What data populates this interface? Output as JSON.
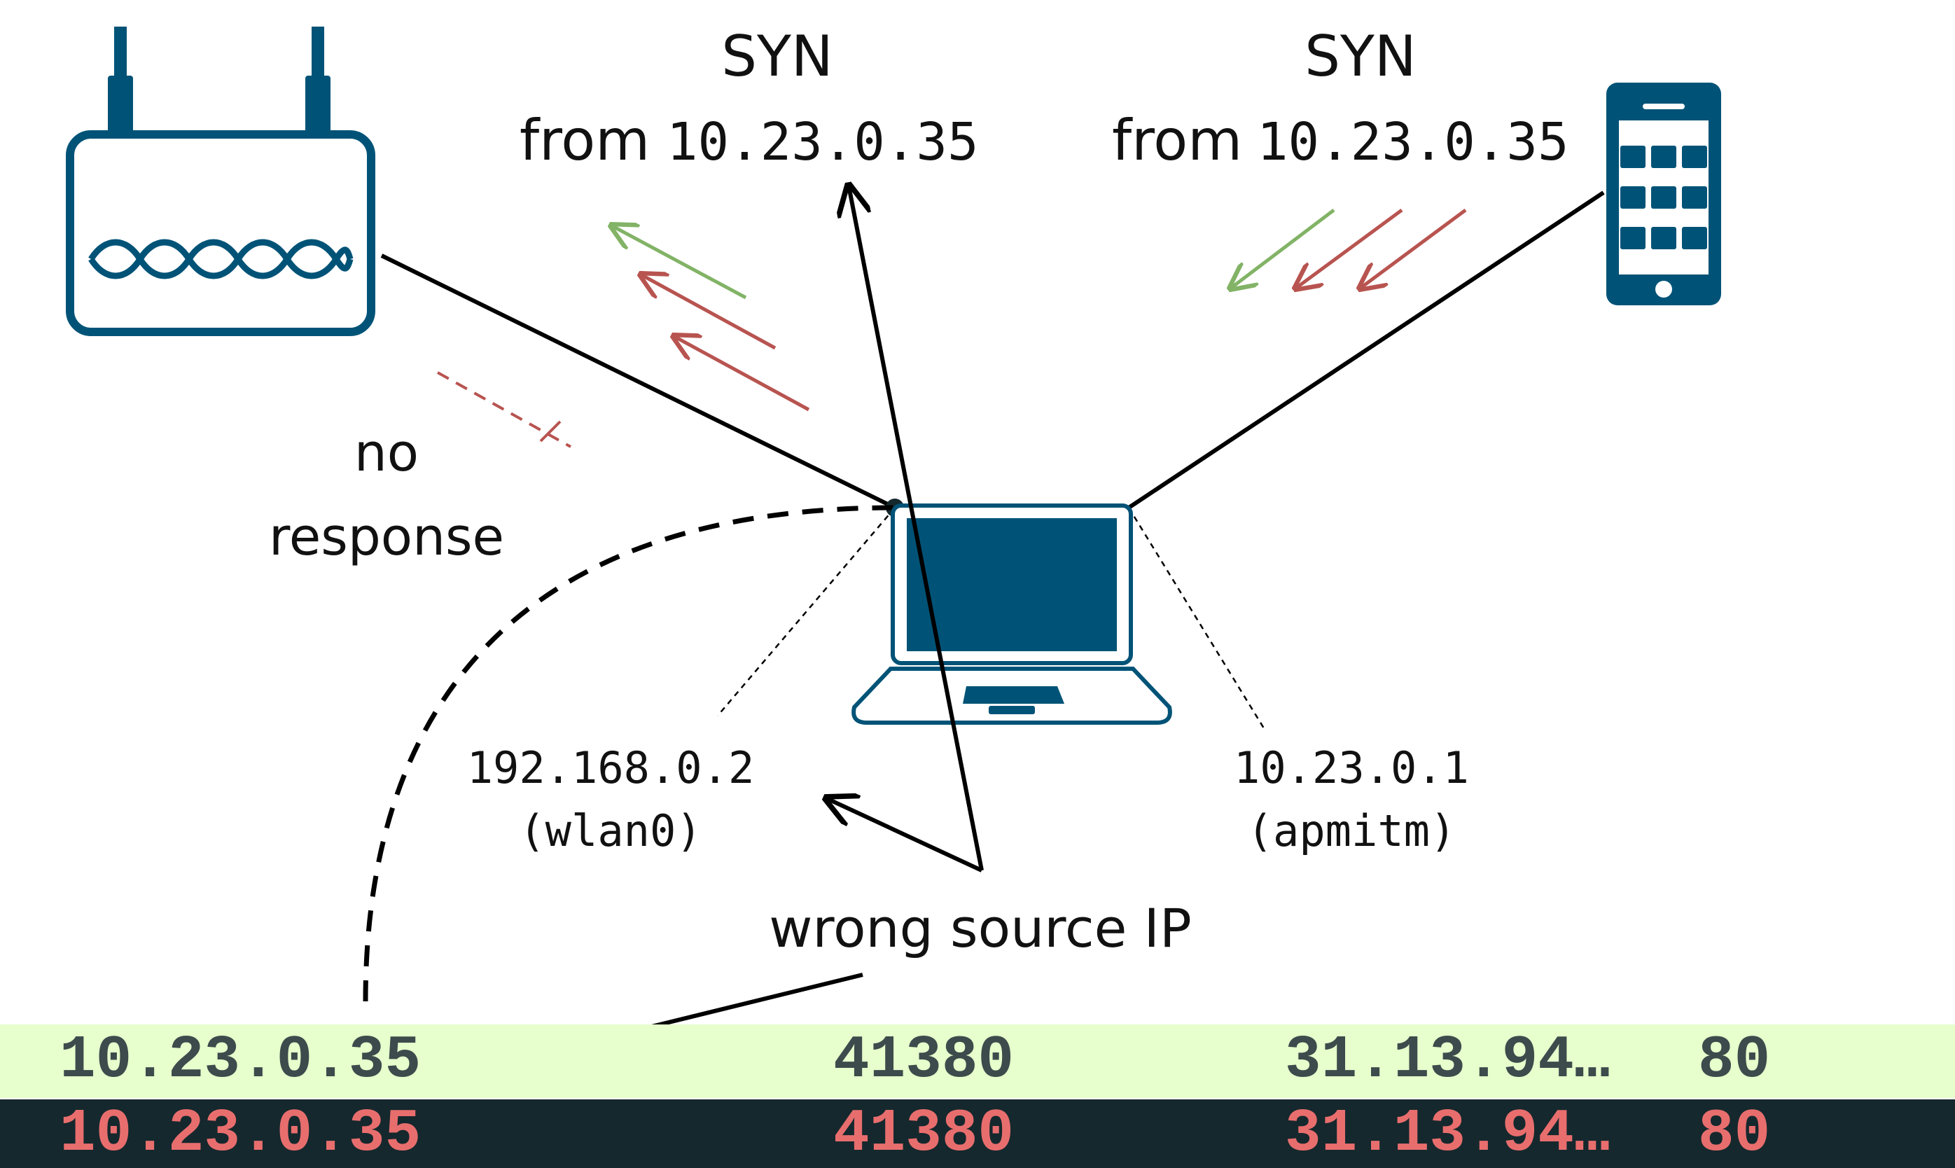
{
  "colors": {
    "device": "#005377",
    "green_arrow": "#82b366",
    "red_arrow": "#b85450",
    "row_highlight_bg": "#e6ffcc",
    "row_highlight_fg": "#3d4b4c",
    "row_selected_bg": "#15282d",
    "row_selected_fg": "#e86e6e"
  },
  "icons": {
    "router": "router-icon",
    "phone": "smartphone-icon",
    "laptop": "laptop-icon"
  },
  "labels": {
    "syn_left": {
      "title": "SYN",
      "from": "from",
      "ip": "10.23.0.35"
    },
    "syn_right": {
      "title": "SYN",
      "from": "from",
      "ip": "10.23.0.35"
    },
    "no_response": [
      "no",
      "response"
    ],
    "wlan": {
      "ip": "192.168.0.2",
      "iface": "(wlan0)"
    },
    "apmitm": {
      "ip": "10.23.0.1",
      "iface": "(apmitm)"
    },
    "wrong_source": "wrong source IP"
  },
  "packet_rows": [
    {
      "src": "10.23.0.35",
      "port": "41380",
      "dst": "31.13.94…",
      "dport": "80"
    },
    {
      "src": "10.23.0.35",
      "port": "41380",
      "dst": "31.13.94…",
      "dport": "80"
    }
  ]
}
